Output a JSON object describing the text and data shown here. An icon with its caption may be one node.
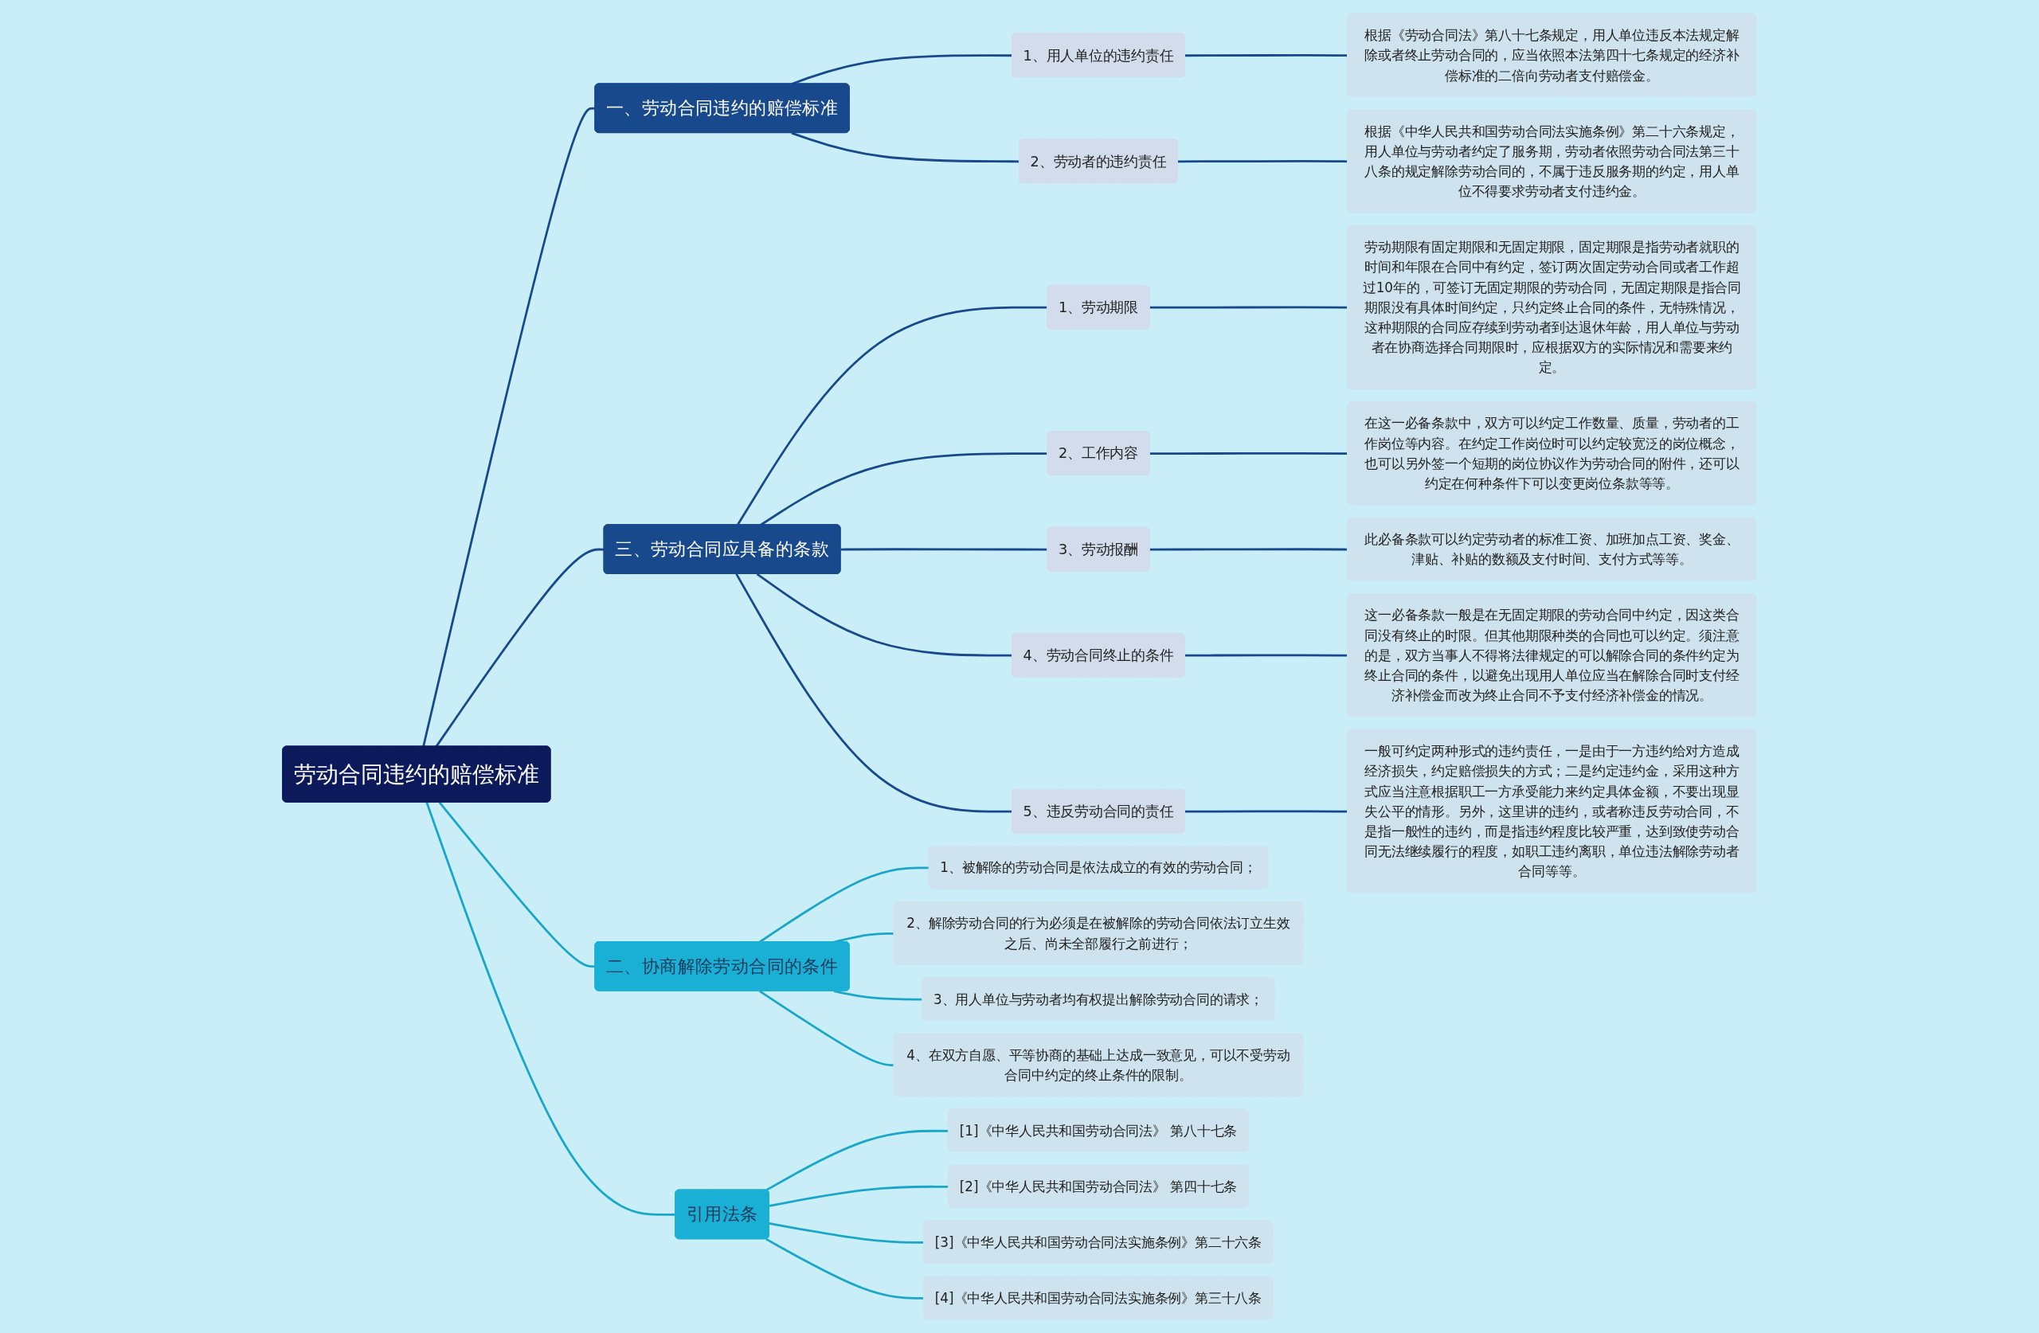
{
  "diagram": {
    "nodes": [
      {
        "text": [
          "劳动合同违约的赔偿标准"
        ]
      },
      {
        "text": [
          "一、劳动合同违约的赔偿标准"
        ]
      },
      {
        "text": [
          "1、用人单位的违约责任"
        ]
      },
      {
        "text": [
          "根据《劳动合同法》第八十七条规定，用人单位违反本法规定解除或者终止劳动合同的，应当依照本法第四十七条规定的经济补偿标准的二倍向劳动者支付赔偿金。"
        ]
      },
      {
        "text": [
          "2、劳动者的违约责任"
        ]
      },
      {
        "text": [
          "根据《中华人民共和国劳动合同法实施条例》第二十六条规定，用人单位与劳动者约定了服务期，劳动者依照劳动合同法第三十八条的规定解除劳动合同的，不属于违反服务期的约定，用人单位不得要求劳动者支付违约金。"
        ]
      },
      {
        "text": [
          "三、劳动合同应具备的条款"
        ]
      },
      {
        "text": [
          "1、劳动期限"
        ]
      },
      {
        "text": [
          "劳动期限有固定期限和无固定期限，固定期限是指劳动者就职的时间和年限在合同中有约定，签订两次固定劳动合同或者工作超过10年的，可签订无固定期限的劳动合同，无固定期限是指合同期限没有具体时间约定，只约定终止合同的条件，无特殊情况，这种期限的合同应存续到劳动者到达退休年龄，用人单位与劳动者在协商选择合同期限时，应根据双方的实际情况和需要来约定。"
        ]
      },
      {
        "text": [
          "2、工作内容"
        ]
      },
      {
        "text": [
          "在这一必备条款中，双方可以约定工作数量、质量，劳动者的工作岗位等内容。在约定工作岗位时可以约定较宽泛的岗位概念，也可以另外签一个短期的岗位协议作为劳动合同的附件，还可以约定在何种条件下可以变更岗位条款等等。"
        ]
      },
      {
        "text": [
          "3、劳动报酬"
        ]
      },
      {
        "text": [
          "此必备条款可以约定劳动者的标准工资、加班加点工资、奖金、津贴、补贴的数额及支付时间、支付方式等等。"
        ]
      },
      {
        "text": [
          "4、劳动合同终止的条件"
        ]
      },
      {
        "text": [
          "这一必备条款一般是在无固定期限的劳动合同中约定，因这类合同没有终止的时限。但其他期限种类的合同也可以约定。须注意的是，双方当事人不得将法律规定的可以解除合同的条件约定为终止合同的条件，以避免出现用人单位应当在解除合同时支付经济补偿金而改为终止合同不予支付经济补偿金的情况。"
        ]
      },
      {
        "text": [
          "5、违反劳动合同的责任"
        ]
      },
      {
        "text": [
          "一般可约定两种形式的违约责任，一是由于一方违约给对方造成经济损失，约定赔偿损失的方式；二是约定违约金，采用这种方式应当注意根据职工一方承受能力来约定具体金额，不要出现显失公平的情形。另外，这里讲的违约，或者称违反劳动合同，不是指一般性的违约，而是指违约程度比较严重，达到致使劳动合同无法继续履行的程度，如职工违约离职，单位违法解除劳动者合同等等。"
        ]
      },
      {
        "text": [
          "二、协商解除劳动合同的条件"
        ]
      },
      {
        "text": [
          "1、被解除的劳动合同是依法成立的有效的劳动合同；"
        ]
      },
      {
        "text": [
          "2、解除劳动合同的行为必须是在被解除的劳动合同依法订立生效之后、尚未全部履行之前进行；"
        ]
      },
      {
        "text": [
          "3、用人单位与劳动者均有权提出解除劳动合同的请求；"
        ]
      },
      {
        "text": [
          "4、在双方自愿、平等协商的基础上达成一致意见，可以不受劳动合同中约定的终止条件的限制。"
        ]
      },
      {
        "text": [
          "引用法条"
        ]
      },
      {
        "text": [
          "[1]《中华人民共和国劳动合同法》 第八十七条"
        ]
      },
      {
        "text": [
          "[2]《中华人民共和国劳动合同法》 第四十七条"
        ]
      },
      {
        "text": [
          "[3]《中华人民共和国劳动合同法实施条例》第二十六条"
        ]
      },
      {
        "text": [
          "[4]《中华人民共和国劳动合同法实施条例》第三十八条"
        ]
      }
    ],
    "edges": [
      {
        "from": 0,
        "to": 1,
        "arrow": "none"
      },
      {
        "from": 1,
        "to": 2,
        "arrow": "none"
      },
      {
        "from": 2,
        "to": 3,
        "arrow": "none"
      },
      {
        "from": 1,
        "to": 4,
        "arrow": "none"
      },
      {
        "from": 4,
        "to": 5,
        "arrow": "none"
      },
      {
        "from": 0,
        "to": 6,
        "arrow": "none"
      },
      {
        "from": 6,
        "to": 7,
        "arrow": "none"
      },
      {
        "from": 7,
        "to": 8,
        "arrow": "none"
      },
      {
        "from": 6,
        "to": 9,
        "arrow": "none"
      },
      {
        "from": 9,
        "to": 10,
        "arrow": "none"
      },
      {
        "from": 6,
        "to": 11,
        "arrow": "none"
      },
      {
        "from": 11,
        "to": 12,
        "arrow": "none"
      },
      {
        "from": 6,
        "to": 13,
        "arrow": "none"
      },
      {
        "from": 13,
        "to": 14,
        "arrow": "none"
      },
      {
        "from": 6,
        "to": 15,
        "arrow": "none"
      },
      {
        "from": 15,
        "to": 16,
        "arrow": "none"
      },
      {
        "from": 0,
        "to": 17,
        "arrow": "none",
        "color": "#1aa6c9"
      },
      {
        "from": 17,
        "to": 18,
        "arrow": "none",
        "color": "#1aa6c9"
      },
      {
        "from": 17,
        "to": 19,
        "arrow": "none",
        "color": "#1aa6c9"
      },
      {
        "from": 17,
        "to": 20,
        "arrow": "none",
        "color": "#1aa6c9"
      },
      {
        "from": 17,
        "to": 21,
        "arrow": "none",
        "color": "#1aa6c9"
      },
      {
        "from": 0,
        "to": 22,
        "arrow": "none",
        "color": "#1aa6c9"
      },
      {
        "from": 22,
        "to": 23,
        "arrow": "none",
        "color": "#1aa6c9"
      },
      {
        "from": 22,
        "to": 24,
        "arrow": "none",
        "color": "#1aa6c9"
      },
      {
        "from": 22,
        "to": 25,
        "arrow": "none",
        "color": "#1aa6c9"
      },
      {
        "from": 22,
        "to": 26,
        "arrow": "none",
        "color": "#1aa6c9"
      }
    ]
  }
}
